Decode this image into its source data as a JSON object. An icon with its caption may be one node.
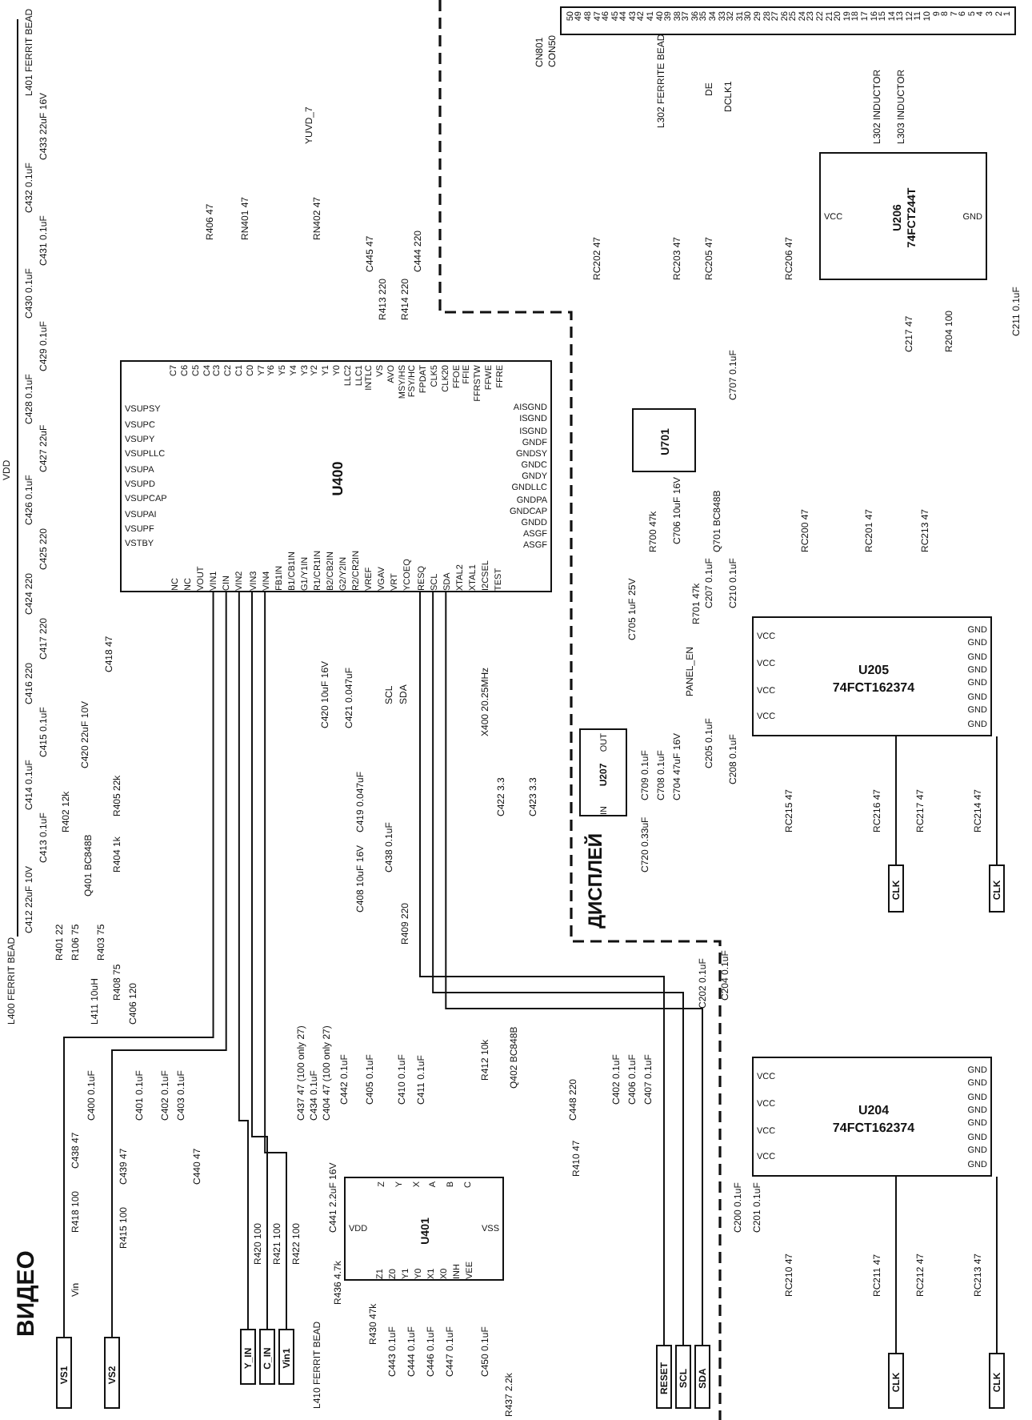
{
  "diagram": {
    "nodes": [
      {
        "text": [
          "U400",
          "VSUPSY",
          "VSUPC",
          "VSUPY",
          "VSUPLLC",
          "VSUPA",
          "VSUPD",
          "VSUPCAP",
          "VSUPAI",
          "VSUPF",
          "VSTBY",
          "AISGND",
          "ISGND",
          "ISGND",
          "GNDF",
          "GNDSY",
          "GNDC",
          "GNDY",
          "GNDLLC",
          "GNDPA",
          "GNDCAP",
          "GNDD",
          "ASGF",
          "ASGF",
          "NC",
          "NC",
          "VOUT",
          "VIN1",
          "CIN",
          "VIN2",
          "VIN3",
          "VIN4",
          "FB1IN",
          "B1/CB1IN",
          "G1/Y1IN",
          "R1/CR1IN",
          "B2/CB2IN",
          "G2/Y2IN",
          "R2/CR2IN",
          "VREF",
          "VGAV",
          "VRT",
          "YCOEQ",
          "RESQ",
          "SCL",
          "SDA",
          "XTAL2",
          "XTAL1",
          "I2CSEL",
          "TEST",
          "C7",
          "C6",
          "C5",
          "C4",
          "C3",
          "C2",
          "C1",
          "C0",
          "Y7",
          "Y6",
          "Y5",
          "Y4",
          "Y3",
          "Y2",
          "Y1",
          "Y0",
          "LLC2",
          "LLC1",
          "INTLC",
          "VS",
          "AVO",
          "MSY/HS",
          "FSY/HC",
          "FPDAT",
          "CLK5",
          "CLK20",
          "FFOE",
          "FFIE",
          "FFRSTW",
          "FFWE",
          "FFRE"
        ]
      },
      {
        "text": [
          "U205",
          "74FCT162374",
          "VCC",
          "VCC",
          "VCC",
          "VCC",
          "GND",
          "GND",
          "GND",
          "GND",
          "GND",
          "GND",
          "GND",
          "GND"
        ]
      },
      {
        "text": [
          "U204",
          "74FCT162374",
          "VCC",
          "VCC",
          "VCC",
          "VCC",
          "GND",
          "GND",
          "GND",
          "GND",
          "GND",
          "GND",
          "GND",
          "GND"
        ]
      },
      {
        "text": [
          "U401",
          "VDD",
          "Z",
          "Y",
          "X",
          "A",
          "B",
          "C",
          "VSS",
          "Z1",
          "Z0",
          "Y1",
          "Y0",
          "X1",
          "X0",
          "INH",
          "VEE"
        ]
      },
      {
        "text": [
          "U206",
          "74FCT244T",
          "VCC",
          "GND"
        ]
      },
      {
        "text": [
          "U701"
        ]
      },
      {
        "text": [
          "U207",
          "OUT",
          "IN"
        ]
      },
      {
        "text": [
          "50",
          "49",
          "48",
          "47",
          "46",
          "45",
          "44",
          "43",
          "42",
          "41",
          "40",
          "39",
          "38",
          "37",
          "36",
          "35",
          "34",
          "33",
          "32",
          "31",
          "30",
          "29",
          "28",
          "27",
          "26",
          "25",
          "24",
          "23",
          "22",
          "21",
          "20",
          "19",
          "18",
          "17",
          "16",
          "15",
          "14",
          "13",
          "12",
          "11",
          "10",
          "9",
          "8",
          "7",
          "6",
          "5",
          "4",
          "3",
          "2",
          "1"
        ],
        "beside": [
          "CN801",
          "CON50"
        ]
      },
      {
        "text": [
          "VS1"
        ]
      },
      {
        "text": [
          "VS2"
        ]
      },
      {
        "text": [
          "Y_IN"
        ]
      },
      {
        "text": [
          "C_IN"
        ]
      },
      {
        "text": [
          "Vin1"
        ]
      },
      {
        "text": [
          "RESET"
        ]
      },
      {
        "text": [
          "SCL"
        ]
      },
      {
        "text": [
          "SDA"
        ]
      },
      {
        "text": [
          "CLK"
        ]
      },
      {
        "text": [
          "CLK"
        ]
      },
      {
        "text": [
          "CLK"
        ]
      },
      {
        "text": [
          "CLK"
        ]
      }
    ],
    "edges": [
      {
        "from": 8,
        "to": 0,
        "arrow": "none"
      },
      {
        "from": 9,
        "to": 0,
        "arrow": "none"
      },
      {
        "from": 10,
        "to": 0,
        "arrow": "none"
      },
      {
        "from": 11,
        "to": 0,
        "arrow": "none"
      },
      {
        "from": 12,
        "to": 0,
        "arrow": "none"
      },
      {
        "from": 13,
        "to": 0,
        "arrow": "none"
      },
      {
        "from": 14,
        "to": 0,
        "arrow": "none"
      },
      {
        "from": 15,
        "to": 0,
        "arrow": "none"
      },
      {
        "from": 16,
        "to": 1,
        "arrow": "none"
      },
      {
        "from": 17,
        "to": 1,
        "arrow": "none"
      },
      {
        "from": 18,
        "to": 2,
        "arrow": "none"
      },
      {
        "from": 19,
        "to": 2,
        "arrow": "none"
      }
    ],
    "labels": [
      "L401 FERRIT BEAD",
      "C433 22uF 16V",
      "C432 0.1uF",
      "C431 0.1uF",
      "C430 0.1uF",
      "C429 0.1uF",
      "C428 0.1uF",
      "C427 22uF",
      "VDD",
      "C426 0.1uF",
      "C425 220",
      "C424 220",
      "R406 47",
      "RN401 47",
      "RN402 47",
      "YUVD_7",
      "C445 47",
      "C444 220",
      "R413 220",
      "R414 220",
      "C417 220",
      "C416 220",
      "C415 0.1uF",
      "C414 0.1uF",
      "C413 0.1uF",
      "C412 22uF 10V",
      "C418 47",
      "C420 22uF 10V",
      "R402 12k",
      "R405 22k",
      "Q401 BC848B",
      "R401 22",
      "R404 1k",
      "R106 75",
      "R403 75",
      "R408 75",
      "L400 FERRIT BEAD",
      "L411 10uH",
      "C406 120",
      "C420 10uF 16V",
      "C421 0.047uF",
      "C419 0.047uF",
      "C408 10uF 16V",
      "C438 0.1uF",
      "R409 220",
      "SCL",
      "SDA",
      "X400 20.25MHz",
      "C422 3.3",
      "C423 3.3",
      "ВИДЕО",
      "Vin",
      "R418 100",
      "C438 47",
      "C400 0.1uF",
      "R415 100",
      "C439 47",
      "C401 0.1uF",
      "C402 0.1uF",
      "C403 0.1uF",
      "C440 47",
      "C437 47 (100 only 27)",
      "C434 0.1uF",
      "C404 47 (100 only 27)",
      "R420 100",
      "R421 100",
      "R422 100",
      "L410 FERRIT BEAD",
      "C441 2.2uF 16V",
      "C442 0.1uF",
      "C405 0.1uF",
      "C410 0.1uF",
      "C411 0.1uF",
      "R412 10k",
      "Q402 BC848B",
      "C448 220",
      "R410 47",
      "C402 0.1uF",
      "C406 0.1uF",
      "C407 0.1uF",
      "R436 4.7k",
      "R430 47k",
      "C443 0.1uF",
      "C444 0.1uF",
      "C446 0.1uF",
      "C447 0.1uF",
      "C450 0.1uF",
      "R437 2.2k",
      "L302 FERRITE BEAD",
      "DE",
      "DCLK1",
      "L302 INDUCTOR",
      "L303 INDUCTOR",
      "C211 0.1uF",
      "C217 47",
      "R204 100",
      "RC202 47",
      "RC203 47",
      "RC205 47",
      "RC206 47",
      "C707 0.1uF",
      "C706 10uF 16V",
      "R700 47k",
      "Q701 BC848B",
      "R701 47k",
      "PANEL_EN",
      "C705 1uF 25V",
      "C709 0.1uF",
      "C708 0.1uF",
      "C704 47uF 16V",
      "C720 0.33uF",
      "ДИСПЛЕЙ",
      "C207 0.1uF",
      "C210 0.1uF",
      "C205 0.1uF",
      "C208 0.1uF",
      "RC215 47",
      "RC216 47",
      "RC217 47",
      "RC214 47",
      "RC200 47",
      "RC201 47",
      "RC213 47",
      "C202 0.1uF",
      "C204 0.1uF",
      "C200 0.1uF",
      "C201 0.1uF",
      "RC210 47",
      "RC211 47",
      "RC212 47",
      "RC213 47"
    ]
  }
}
